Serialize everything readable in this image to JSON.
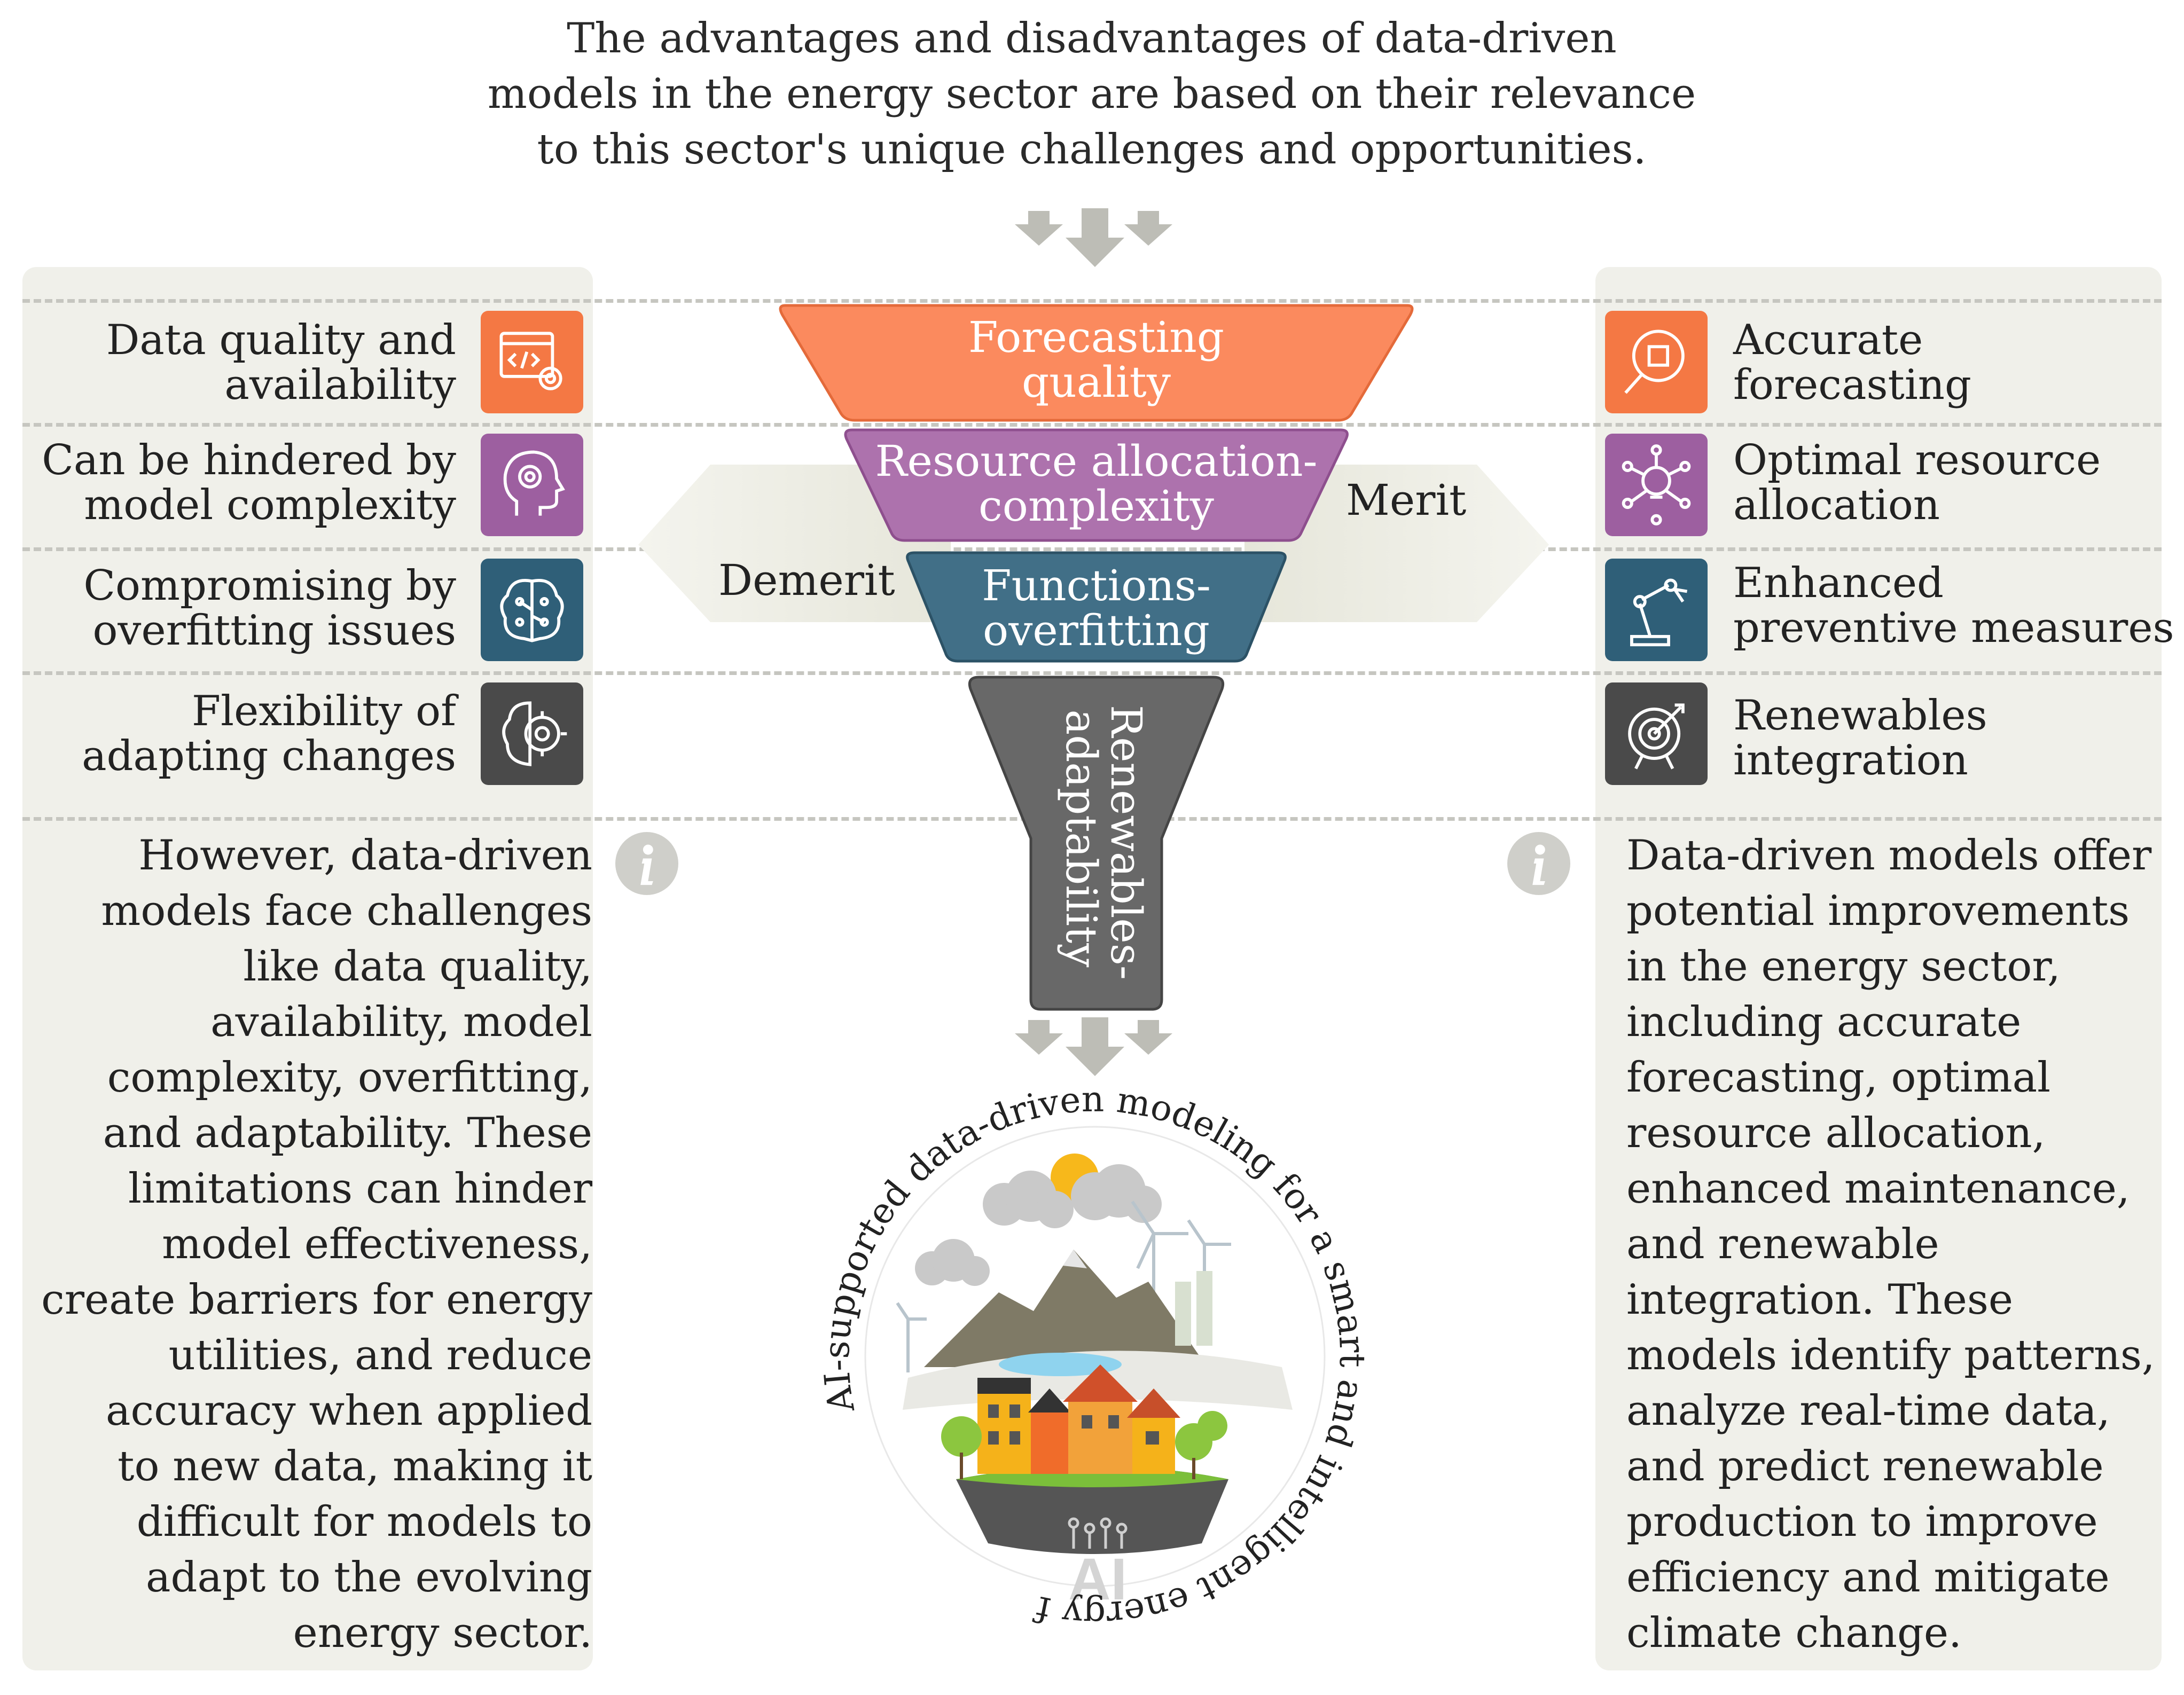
{
  "title": {
    "line1": "The advantages and disadvantages of data-driven",
    "line2": "models in the energy sector are based on their relevance",
    "line3": "to this sector's unique challenges and opportunities."
  },
  "funnel": {
    "stage1": {
      "line1": "Forecasting",
      "line2": "quality",
      "color": "#fb8a5e"
    },
    "stage2": {
      "line1": "Resource allocation-",
      "line2": "complexity",
      "color": "#a86aa8"
    },
    "stage3": {
      "line1": "Functions-",
      "line2": "overfitting",
      "color": "#3d6a82"
    },
    "stage4": {
      "line1": "Renewables-",
      "line2": "adaptability",
      "color": "#646464"
    }
  },
  "demerit_label": "Demerit",
  "merit_label": "Merit",
  "demerits": [
    {
      "line1": "Data quality and",
      "line2": "availability",
      "icon": "code-gear-icon",
      "color": "#f47844"
    },
    {
      "line1": "Can be hindered by",
      "line2": "model complexity",
      "icon": "head-gear-icon",
      "color": "#9d5fa0"
    },
    {
      "line1": "Compromising by",
      "line2": "overfitting issues",
      "icon": "brain-circuit-icon",
      "color": "#2f5f78"
    },
    {
      "line1": "Flexibility of",
      "line2": "adapting changes",
      "icon": "brain-gear-icon",
      "color": "#4a4a4a"
    }
  ],
  "merits": [
    {
      "line1": "Accurate",
      "line2": "forecasting",
      "icon": "chip-magnifier-icon",
      "color": "#f47844"
    },
    {
      "line1": "Optimal resource",
      "line2": "allocation",
      "icon": "bulb-network-icon",
      "color": "#9d5fa0"
    },
    {
      "line1": "Enhanced",
      "line2": "preventive measures",
      "icon": "robot-arm-icon",
      "color": "#2f5f78"
    },
    {
      "line1": "Renewables",
      "line2": "integration",
      "icon": "target-icon",
      "color": "#4a4a4a"
    }
  ],
  "left_paragraph": [
    "However, data-driven",
    "models face challenges",
    "like data quality,",
    "availability, model",
    "complexity, overfitting,",
    "and adaptability. These",
    "limitations can hinder",
    "model effectiveness,",
    "create barriers for energy",
    "utilities, and reduce",
    "accuracy when applied",
    "to new data, making it",
    "difficult for models to",
    "adapt to the evolving",
    "energy sector."
  ],
  "right_paragraph": [
    "Data-driven models offer",
    "potential improvements",
    "in the energy sector,",
    "including accurate",
    "forecasting, optimal",
    "resource allocation,",
    "enhanced maintenance,",
    "and renewable",
    "integration. These",
    "models identify patterns,",
    "analyze real-time data,",
    "and predict renewable",
    "production to improve",
    "efficiency and mitigate",
    "climate change."
  ],
  "circle_text": "AI-supported data-driven modeling for a smart and intelligent energy future",
  "ai_logo_text": "AI"
}
